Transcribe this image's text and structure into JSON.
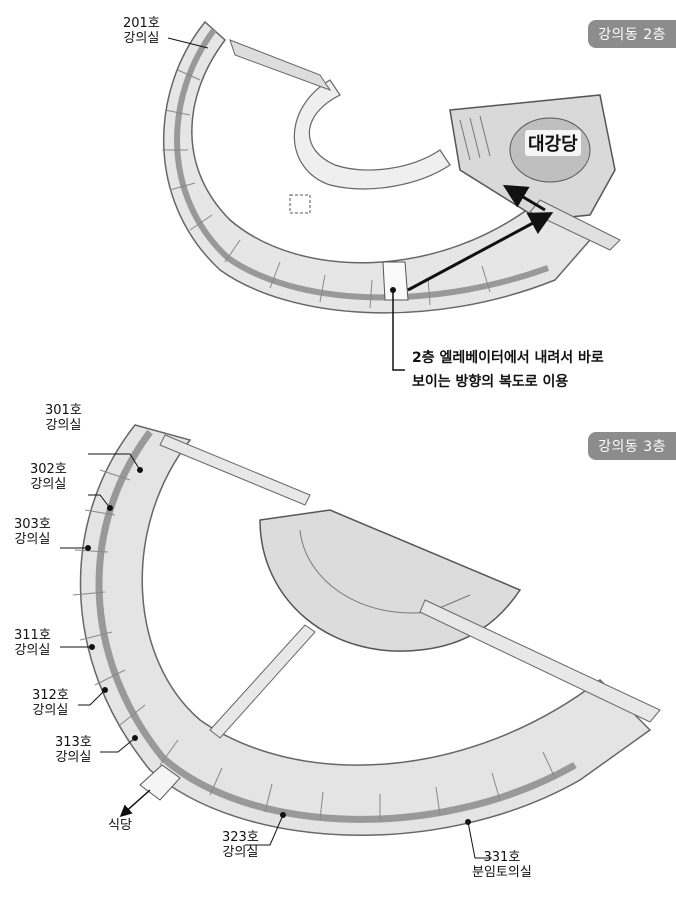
{
  "floor2": {
    "badge": "강의동 2층",
    "hall_label": "대강당",
    "rooms": [
      {
        "num": "201호",
        "name": "강의실"
      }
    ],
    "callout_line1": "2층 엘레베이터에서 내려서 바로",
    "callout_line2": "보이는 방향의 복도로 이용"
  },
  "floor3": {
    "badge": "강의동 3층",
    "rooms": [
      {
        "num": "301호",
        "name": "강의실"
      },
      {
        "num": "302호",
        "name": "강의실"
      },
      {
        "num": "303호",
        "name": "강의실"
      },
      {
        "num": "311호",
        "name": "강의실"
      },
      {
        "num": "312호",
        "name": "강의실"
      },
      {
        "num": "313호",
        "name": "강의실"
      },
      {
        "num": "323호",
        "name": "강의실"
      },
      {
        "num": "331호",
        "name": "분임토의실"
      }
    ],
    "cafeteria": "식당"
  }
}
